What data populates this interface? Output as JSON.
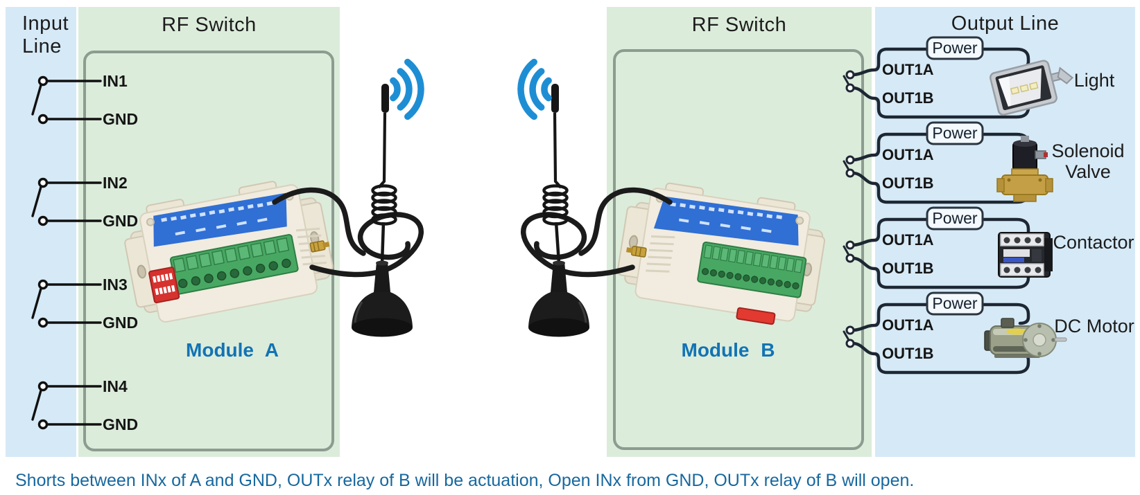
{
  "panels": {
    "input_line": {
      "title": "Input Line"
    },
    "rf_switch_a": {
      "title": "RF Switch",
      "module_label": "Module A"
    },
    "rf_switch_b": {
      "title": "RF Switch",
      "module_label": "Module B"
    },
    "output_line": {
      "title": "Output Line"
    }
  },
  "inputs": [
    {
      "in_label": "IN1",
      "gnd_label": "GND"
    },
    {
      "in_label": "IN2",
      "gnd_label": "GND"
    },
    {
      "in_label": "IN3",
      "gnd_label": "GND"
    },
    {
      "in_label": "IN4",
      "gnd_label": "GND"
    }
  ],
  "outputs": [
    {
      "power_label": "Power",
      "a_label": "OUT1A",
      "b_label": "OUT1B",
      "load": "Light"
    },
    {
      "power_label": "Power",
      "a_label": "OUT1A",
      "b_label": "OUT1B",
      "load": "Solenoid Valve"
    },
    {
      "power_label": "Power",
      "a_label": "OUT1A",
      "b_label": "OUT1B",
      "load": "Contactor"
    },
    {
      "power_label": "Power",
      "a_label": "OUT1A",
      "b_label": "OUT1B",
      "load": "DC Motor"
    }
  ],
  "note": "Shorts between INx of A and GND, OUTx relay of B will be actuation, Open INx from GND, OUTx relay of B will open.",
  "colors": {
    "panel_blue": "#d6e9f6",
    "panel_green": "#dcecdb",
    "wifi_blue": "#1e8ed4",
    "module_label_blue": "#1273b4",
    "note_blue": "#17689e",
    "wire_dark": "#1d2733"
  }
}
